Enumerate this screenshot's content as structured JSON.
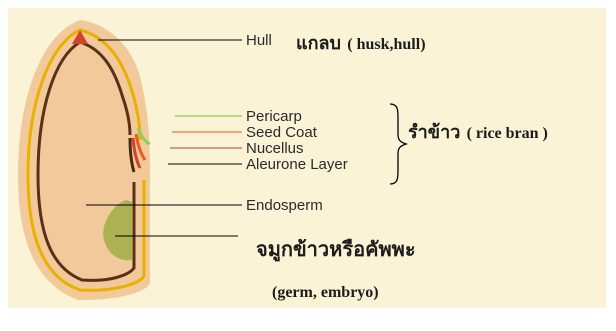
{
  "labels": {
    "hull": "Hull",
    "pericarp": "Pericarp",
    "seed_coat": "Seed Coat",
    "nucellus": "Nucellus",
    "aleurone": "Aleurone Layer",
    "endosperm": "Endosperm"
  },
  "thai": {
    "husk_th": "แกลบ",
    "husk_en": "( husk,hull)",
    "bran_th": "รำข้าว",
    "bran_en": "( rice bran )",
    "germ_th": "จมูกข้าวหรือคัพพะ",
    "germ_en": "(germ, embryo)"
  },
  "colors": {
    "background": "#fbf3d6",
    "hull_outer": "#f2c99a",
    "hull_line": "#e8b000",
    "layer_dark": "#5a3018",
    "pericarp": "#8ccf5a",
    "seed_coat": "#e85a2a",
    "nucellus": "#d2432a",
    "aleurone": "#4a2a10",
    "germ": "#a8b050"
  }
}
